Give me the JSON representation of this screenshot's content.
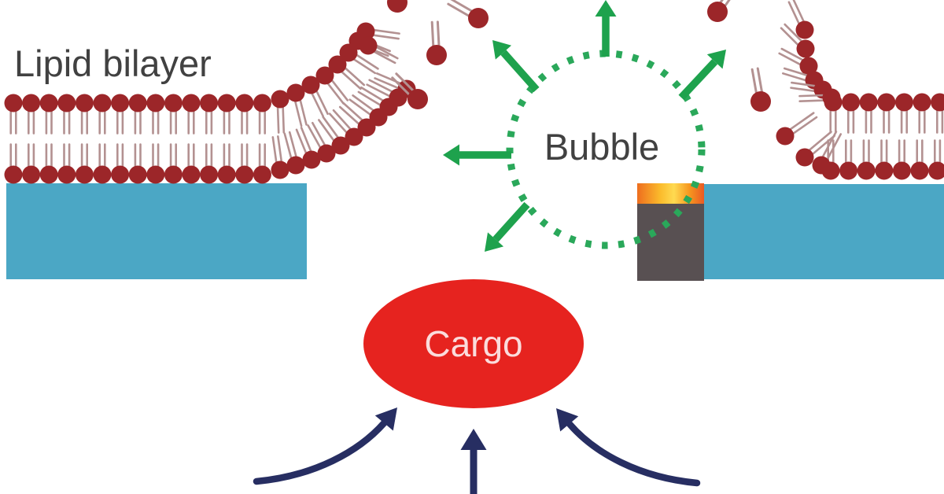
{
  "labels": {
    "lipid_bilayer": "Lipid bilayer",
    "bubble": "Bubble",
    "cargo": "Cargo"
  },
  "colors": {
    "background": "#ffffff",
    "lipid_head": "#9c2629",
    "lipid_tail": "#b39191",
    "substrate_blue": "#4ba7c5",
    "heater_body": "#585052",
    "heater_glow_left": "#ee6d1e",
    "heater_glow_mid": "#ffda51",
    "heater_glow_right": "#ea5a24",
    "bubble_dots_green": "#2aa85a",
    "arrow_green": "#1ea24d",
    "arrow_navy": "#272e62",
    "cargo_red": "#e6231f",
    "cargo_text": "#fcdcdc",
    "label_gray": "#414141"
  }
}
